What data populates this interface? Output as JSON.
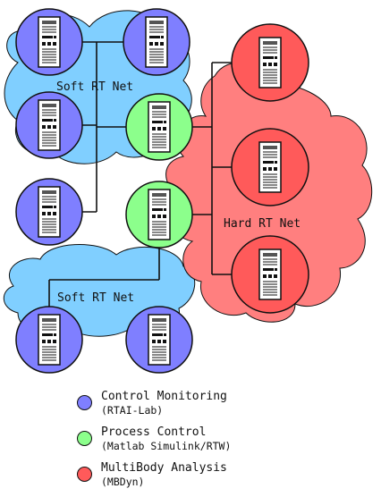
{
  "colors": {
    "monitoring_fill": "#7f7fff",
    "process_fill": "#8cff8c",
    "multibody_fill": "#ff5a5a",
    "soft_cloud": "#80cfff",
    "hard_cloud": "#ff7f7f"
  },
  "networks": {
    "soft_top_label": "Soft RT Net",
    "soft_bottom_label": "Soft RT Net",
    "hard_label": "Hard RT Net"
  },
  "legend": [
    {
      "title": "Control Monitoring",
      "subtitle": "(RTAI-Lab)",
      "color_key": "monitoring_fill"
    },
    {
      "title": "Process Control",
      "subtitle": "(Matlab Simulink/RTW)",
      "color_key": "process_fill"
    },
    {
      "title": "MultiBody Analysis",
      "subtitle": "(MBDyn)",
      "color_key": "multibody_fill"
    }
  ],
  "node_icon": "computer-tower-icon"
}
